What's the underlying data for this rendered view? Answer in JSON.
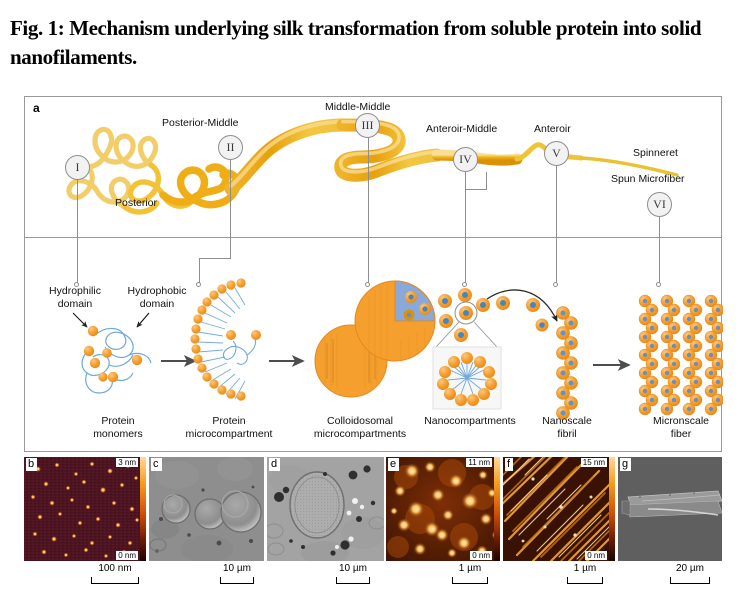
{
  "figure": {
    "title": "Fig. 1: Mechanism underlying silk transformation from soluble protein into solid nanofilaments.",
    "panel_a_letter": "a"
  },
  "panel_a": {
    "markers": [
      {
        "numeral": "I",
        "label": "Posterior"
      },
      {
        "numeral": "II",
        "label": "Posterior-Middle"
      },
      {
        "numeral": "III",
        "label": "Middle-Middle"
      },
      {
        "numeral": "IV",
        "label": "Anteroir-Middle"
      },
      {
        "numeral": "V",
        "label": "Anteroir"
      },
      {
        "numeral": "VI",
        "label": "Spun Microfiber"
      }
    ],
    "extra_labels": {
      "spinneret": "Spinneret"
    }
  },
  "panel_b": {
    "annotations": {
      "hydrophilic": "Hydrophilic\ndomain",
      "hydrophilic_line1": "Hydrophilic",
      "hydrophilic_line2": "domain",
      "hydrophobic_line1": "Hydrophobic",
      "hydrophobic_line2": "domain"
    },
    "stages": [
      {
        "line1": "Protein",
        "line2": "monomers"
      },
      {
        "line1": "Protein",
        "line2": "microcompartment"
      },
      {
        "line1": "Colloidosomal",
        "line2": "microcompartments"
      },
      {
        "line1": "Nanocompartments",
        "line2": ""
      },
      {
        "line1": "Nanoscale",
        "line2": "fibril"
      },
      {
        "line1": "Micronscale",
        "line2": "fiber"
      }
    ]
  },
  "micrographs": [
    {
      "letter": "b",
      "top_scale": "3 nm",
      "bottom_scale": "0 nm",
      "scalebar": "100 nm",
      "kind": "afm-dark-red"
    },
    {
      "letter": "c",
      "top_scale": "",
      "bottom_scale": "",
      "scalebar": "10 µm",
      "kind": "optical-gray"
    },
    {
      "letter": "d",
      "top_scale": "",
      "bottom_scale": "",
      "scalebar": "10 µm",
      "kind": "optical-gray-vesicle"
    },
    {
      "letter": "e",
      "top_scale": "11 nm",
      "bottom_scale": "0 nm",
      "scalebar": "1 µm",
      "kind": "afm-orange-dots"
    },
    {
      "letter": "f",
      "top_scale": "15 nm",
      "bottom_scale": "0 nm",
      "scalebar": "1 µm",
      "kind": "afm-orange-fibrils"
    },
    {
      "letter": "g",
      "top_scale": "",
      "bottom_scale": "",
      "scalebar": "20 µm",
      "kind": "sem-gray-fiber"
    }
  ],
  "colors": {
    "silk_orange": "#F5A02E",
    "silk_light": "#F6D98B",
    "protein_blue": "#6FA8DC",
    "frame_gray": "#9A9A9A",
    "arrow_gray": "#4D4D4D",
    "marker_fill": "#F2F2F2"
  }
}
